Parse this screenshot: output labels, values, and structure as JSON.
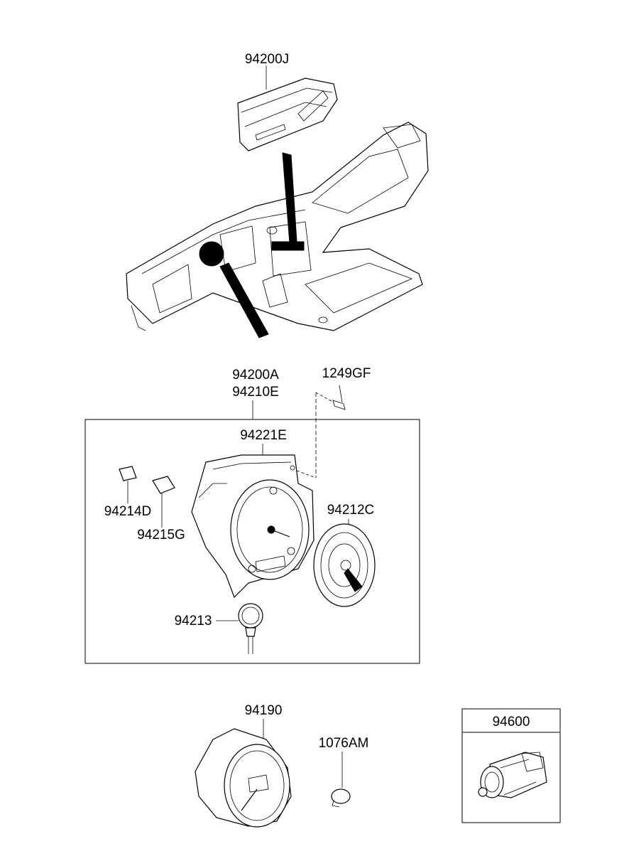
{
  "colors": {
    "ink": "#000000",
    "paper": "#ffffff"
  },
  "labels": {
    "p94200J": "94200J",
    "p94200A": "94200A",
    "p94210E": "94210E",
    "p1249GF": "1249GF",
    "p94221E": "94221E",
    "p94214D": "94214D",
    "p94215G": "94215G",
    "p94212C": "94212C",
    "p94213": "94213",
    "p94190": "94190",
    "p1076AM": "1076AM",
    "p94600": "94600"
  }
}
